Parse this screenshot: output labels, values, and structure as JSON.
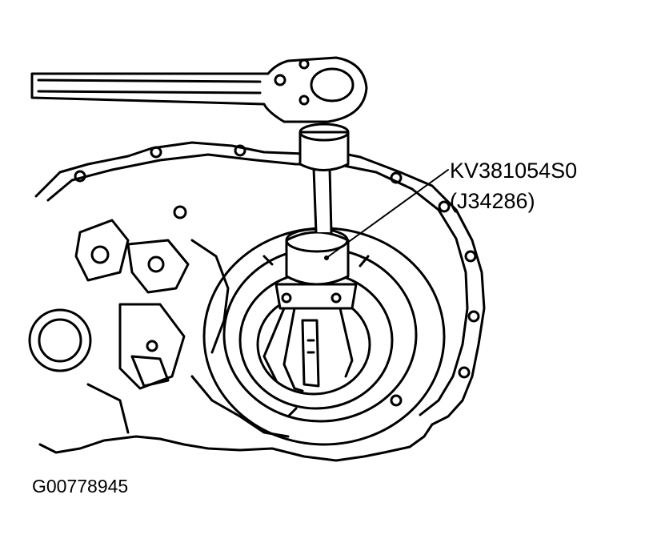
{
  "callout": {
    "part_number": "KV381054S0",
    "alt_part_number": "(J34286)"
  },
  "figure": {
    "id": "G00778945"
  },
  "colors": {
    "line": "#000000",
    "background": "#ffffff"
  }
}
